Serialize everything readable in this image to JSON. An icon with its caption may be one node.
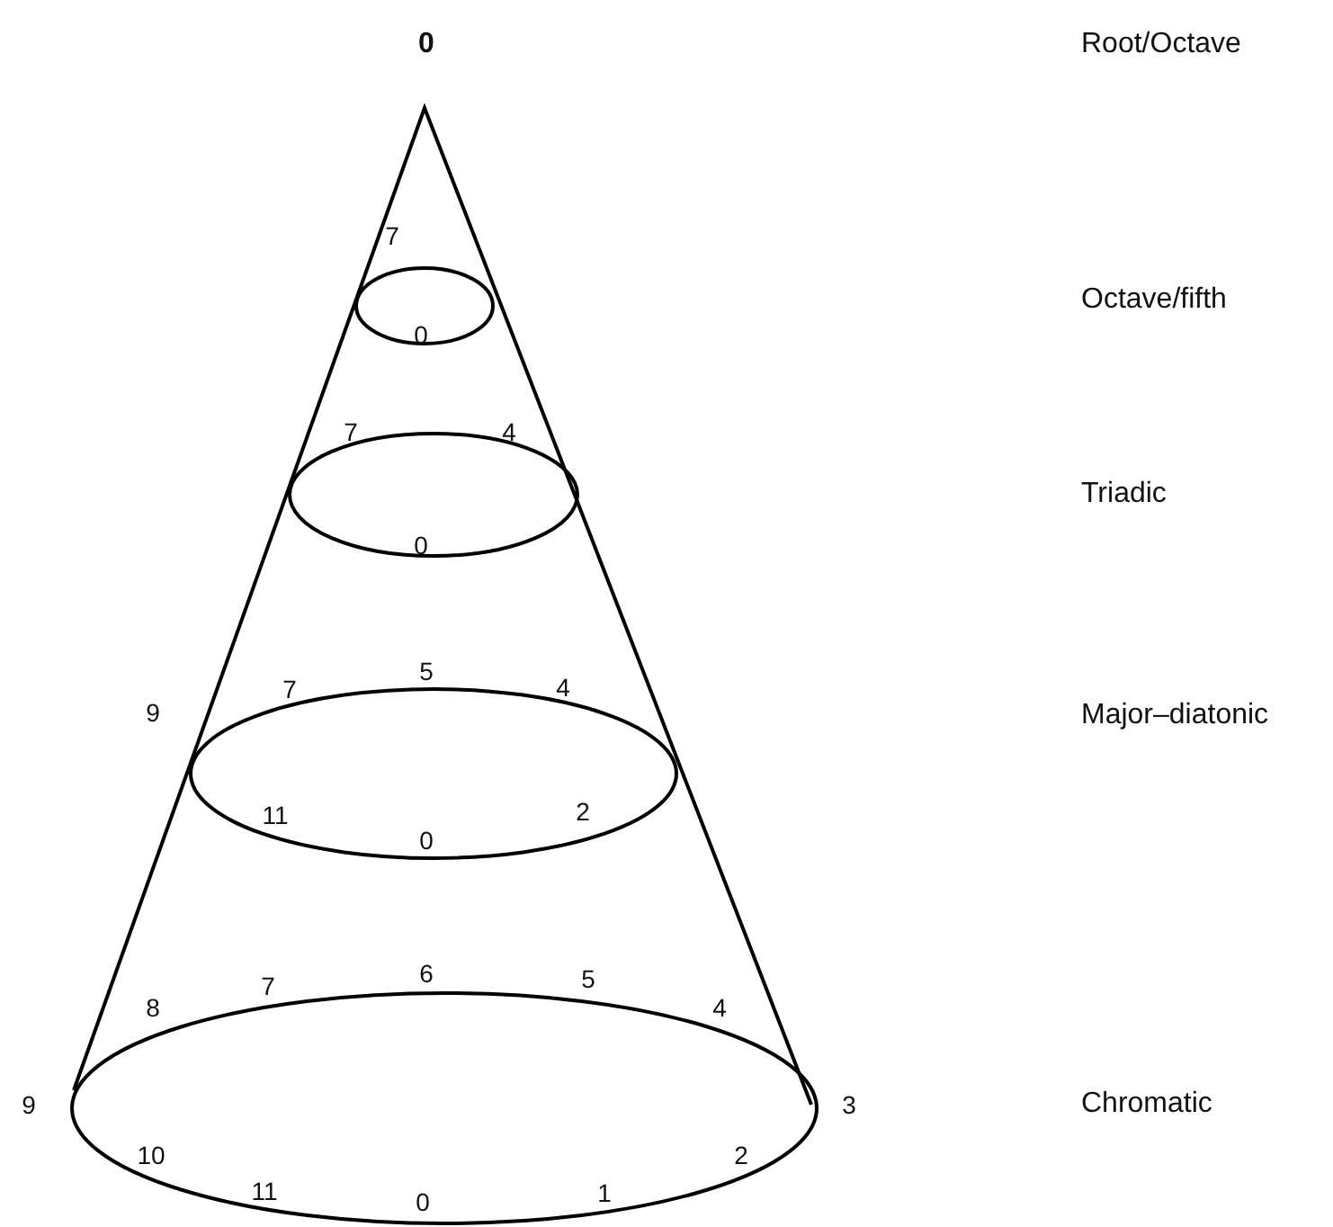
{
  "diagram": {
    "labels": [
      "0",
      "Root/Octave",
      "7",
      "Octave/fifth",
      "0",
      "7",
      "4",
      "Triadic",
      "0",
      "5",
      "7",
      "4",
      "9",
      "Major–diatonic",
      "11",
      "2",
      "0",
      "6",
      "7",
      "5",
      "8",
      "4",
      "9",
      "3",
      "Chromatic",
      "10",
      "2",
      "11",
      "0",
      "1"
    ]
  }
}
